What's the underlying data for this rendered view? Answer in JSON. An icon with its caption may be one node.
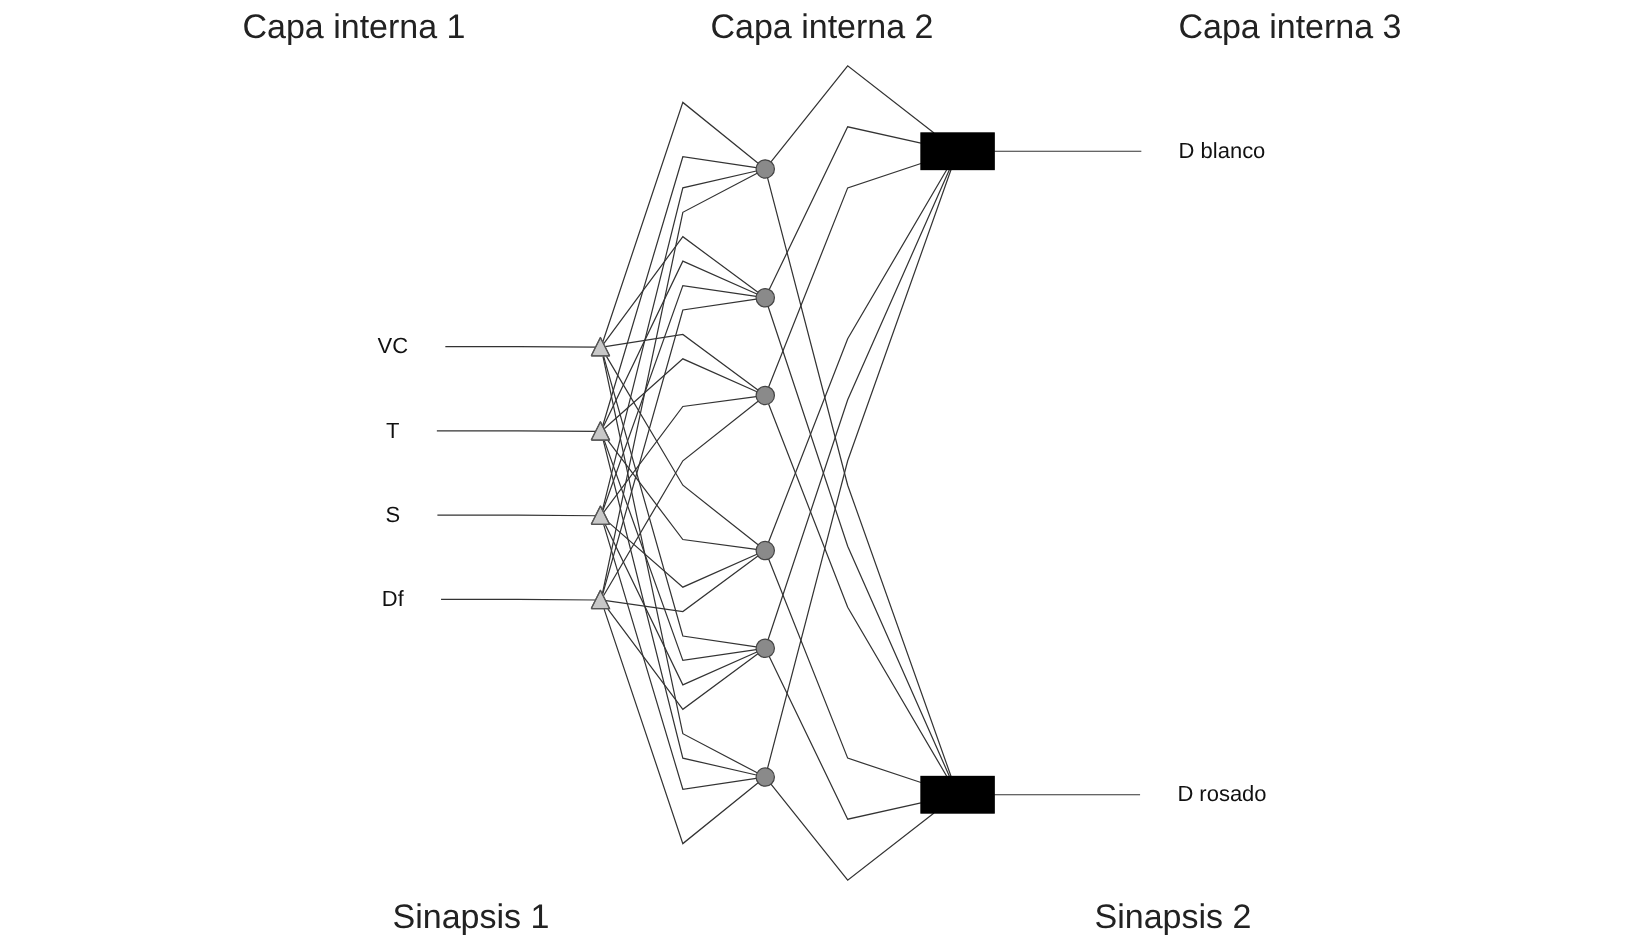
{
  "diagram": {
    "nodes": [
      {
        "text": [
          "VC"
        ]
      },
      {
        "text": [
          "T"
        ]
      },
      {
        "text": [
          "S"
        ]
      },
      {
        "text": [
          "Df"
        ]
      },
      {
        "text": [],
        "shape": "triangle"
      },
      {
        "text": [],
        "shape": "triangle"
      },
      {
        "text": [],
        "shape": "triangle"
      },
      {
        "text": [],
        "shape": "triangle"
      },
      {
        "text": [],
        "shape": "circle"
      },
      {
        "text": [],
        "shape": "circle"
      },
      {
        "text": [],
        "shape": "circle"
      },
      {
        "text": [],
        "shape": "circle"
      },
      {
        "text": [],
        "shape": "circle"
      },
      {
        "text": [],
        "shape": "circle"
      },
      {
        "text": [],
        "shape": "box"
      },
      {
        "text": [],
        "shape": "box"
      },
      {
        "text": [
          "D blanco"
        ]
      },
      {
        "text": [
          "D rosado"
        ]
      }
    ],
    "edges": [
      {
        "from": 0,
        "to": 4,
        "arrow": "none"
      },
      {
        "from": 1,
        "to": 5,
        "arrow": "none"
      },
      {
        "from": 2,
        "to": 6,
        "arrow": "none"
      },
      {
        "from": 3,
        "to": 7,
        "arrow": "none"
      },
      {
        "from": 4,
        "to": 8,
        "arrow": "none"
      },
      {
        "from": 4,
        "to": 9,
        "arrow": "none"
      },
      {
        "from": 4,
        "to": 10,
        "arrow": "none"
      },
      {
        "from": 4,
        "to": 11,
        "arrow": "none"
      },
      {
        "from": 4,
        "to": 12,
        "arrow": "none"
      },
      {
        "from": 4,
        "to": 13,
        "arrow": "none"
      },
      {
        "from": 5,
        "to": 8,
        "arrow": "none"
      },
      {
        "from": 5,
        "to": 9,
        "arrow": "none"
      },
      {
        "from": 5,
        "to": 10,
        "arrow": "none"
      },
      {
        "from": 5,
        "to": 11,
        "arrow": "none"
      },
      {
        "from": 5,
        "to": 12,
        "arrow": "none"
      },
      {
        "from": 5,
        "to": 13,
        "arrow": "none"
      },
      {
        "from": 6,
        "to": 8,
        "arrow": "none"
      },
      {
        "from": 6,
        "to": 9,
        "arrow": "none"
      },
      {
        "from": 6,
        "to": 10,
        "arrow": "none"
      },
      {
        "from": 6,
        "to": 11,
        "arrow": "none"
      },
      {
        "from": 6,
        "to": 12,
        "arrow": "none"
      },
      {
        "from": 6,
        "to": 13,
        "arrow": "none"
      },
      {
        "from": 7,
        "to": 8,
        "arrow": "none"
      },
      {
        "from": 7,
        "to": 9,
        "arrow": "none"
      },
      {
        "from": 7,
        "to": 10,
        "arrow": "none"
      },
      {
        "from": 7,
        "to": 11,
        "arrow": "none"
      },
      {
        "from": 7,
        "to": 12,
        "arrow": "none"
      },
      {
        "from": 7,
        "to": 13,
        "arrow": "none"
      },
      {
        "from": 8,
        "to": 14,
        "arrow": "none"
      },
      {
        "from": 8,
        "to": 15,
        "arrow": "none"
      },
      {
        "from": 9,
        "to": 14,
        "arrow": "none"
      },
      {
        "from": 9,
        "to": 15,
        "arrow": "none"
      },
      {
        "from": 10,
        "to": 14,
        "arrow": "none"
      },
      {
        "from": 10,
        "to": 15,
        "arrow": "none"
      },
      {
        "from": 11,
        "to": 14,
        "arrow": "none"
      },
      {
        "from": 11,
        "to": 15,
        "arrow": "none"
      },
      {
        "from": 12,
        "to": 14,
        "arrow": "none"
      },
      {
        "from": 12,
        "to": 15,
        "arrow": "none"
      },
      {
        "from": 13,
        "to": 14,
        "arrow": "none"
      },
      {
        "from": 13,
        "to": 15,
        "arrow": "none"
      },
      {
        "from": 14,
        "to": 16,
        "arrow": "none"
      },
      {
        "from": 15,
        "to": 17,
        "arrow": "none"
      }
    ],
    "labels": [
      "Capa interna 1",
      "Capa interna 2",
      "Capa interna 3",
      "Sinapsis 1",
      "Sinapsis 2"
    ]
  }
}
